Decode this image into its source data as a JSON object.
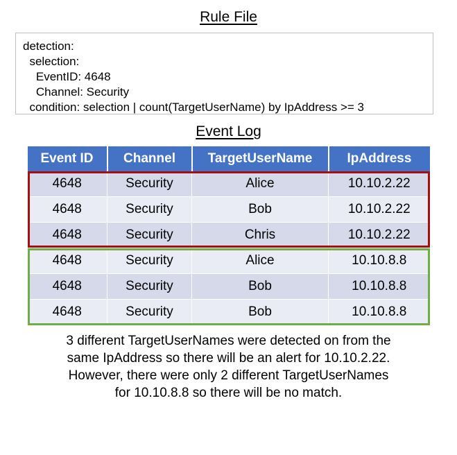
{
  "rule_section": {
    "title": "Rule File",
    "lines": [
      "detection:",
      "  selection:",
      "    EventID: 4648",
      "    Channel: Security",
      "  condition: selection | count(TargetUserName) by IpAddress >= 3"
    ]
  },
  "event_section": {
    "title": "Event Log",
    "columns": [
      "Event ID",
      "Channel",
      "TargetUserName",
      "IpAddress"
    ],
    "rows": [
      [
        "4648",
        "Security",
        "Alice",
        "10.10.2.22"
      ],
      [
        "4648",
        "Security",
        "Bob",
        "10.10.2.22"
      ],
      [
        "4648",
        "Security",
        "Chris",
        "10.10.2.22"
      ],
      [
        "4648",
        "Security",
        "Alice",
        "10.10.8.8"
      ],
      [
        "4648",
        "Security",
        "Bob",
        "10.10.8.8"
      ],
      [
        "4648",
        "Security",
        "Bob",
        "10.10.8.8"
      ]
    ],
    "highlights": [
      {
        "name": "match-group",
        "color": "#a40f0f",
        "rows": [
          0,
          1,
          2
        ]
      },
      {
        "name": "no-match-group",
        "color": "#70ad47",
        "rows": [
          3,
          4,
          5
        ]
      }
    ],
    "header_color": "#4472c4",
    "row_color_dark": "#d6d9ea",
    "row_color_light": "#e9ebf5"
  },
  "caption": {
    "text": "3 different TargetUserNames were detected on from the same IpAddress so there will be an alert for 10.10.2.22. However, there were only 2 different TargetUserNames for 10.10.8.8 so there will be no match."
  }
}
